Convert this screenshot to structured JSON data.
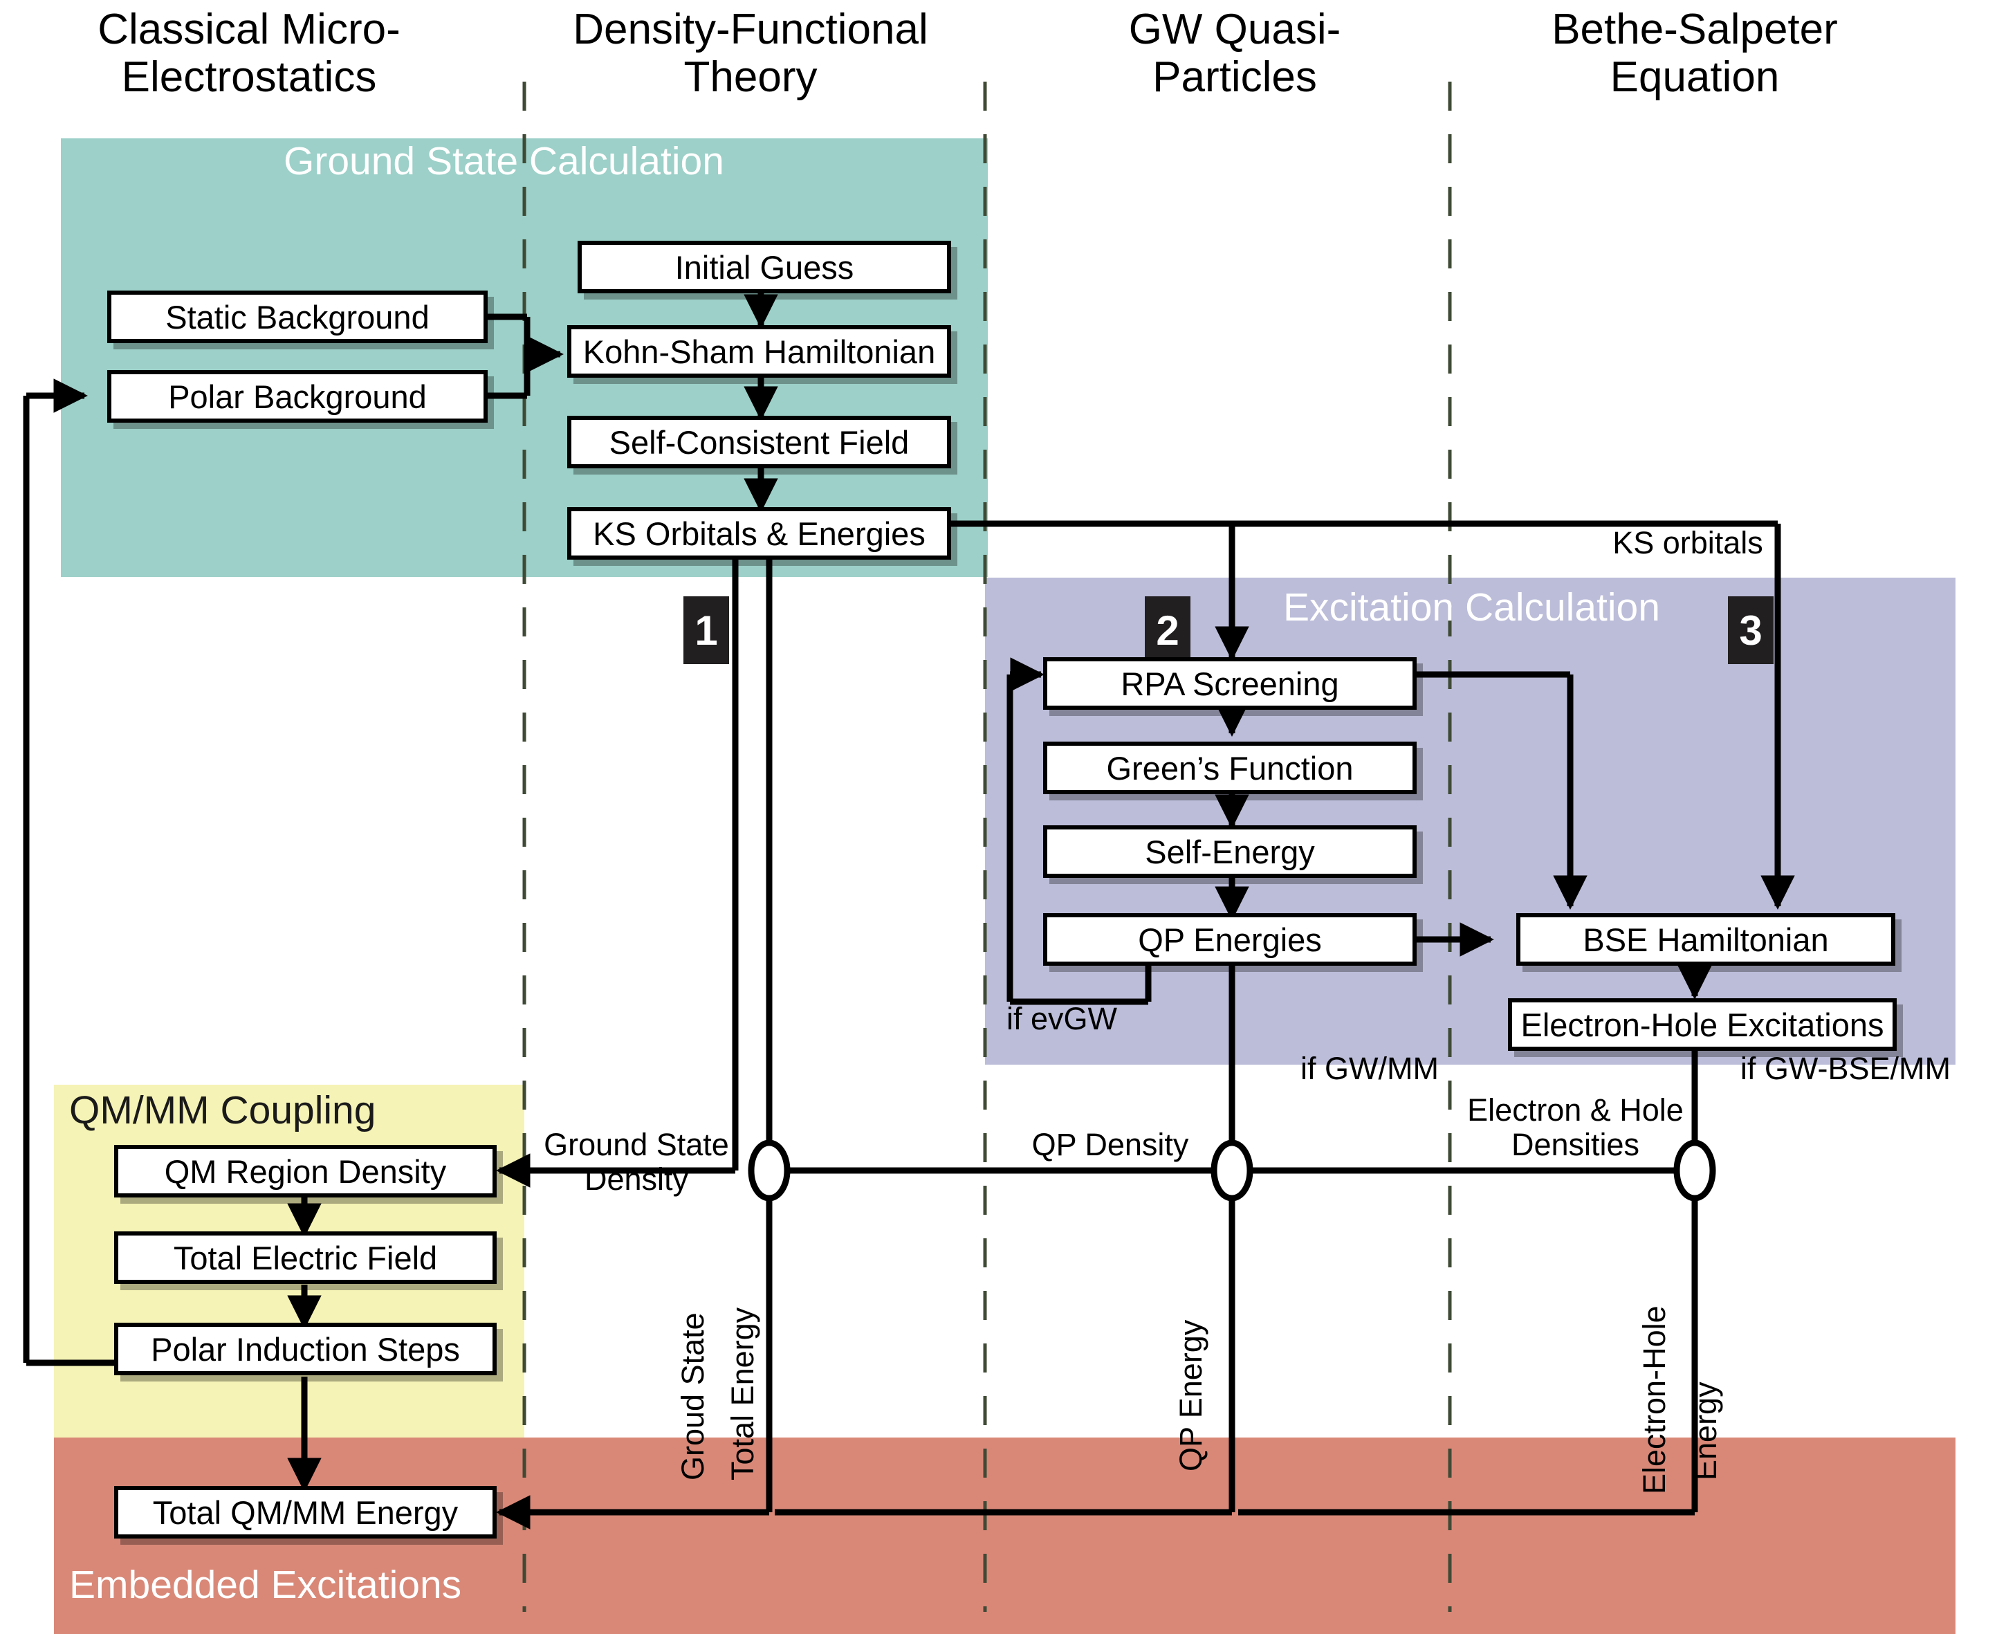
{
  "figure": {
    "type": "flowchart",
    "title": "QM/MM embedded GW-BSE workflow"
  },
  "columns": [
    {
      "id": "col-classical",
      "label": "Classical Micro-\nElectrostatics"
    },
    {
      "id": "col-dft",
      "label": "Density-Functional\nTheory"
    },
    {
      "id": "col-gw",
      "label": "GW Quasi-\nParticles"
    },
    {
      "id": "col-bse",
      "label": "Bethe-Salpeter\nEquation"
    }
  ],
  "regions": [
    {
      "id": "ground-state",
      "label": "Ground State Calculation",
      "color": "#9CD0C8",
      "text_color": "#ffffff"
    },
    {
      "id": "excitation",
      "label": "Excitation Calculation",
      "color": "#BCBDD9",
      "text_color": "#ffffff"
    },
    {
      "id": "qmmm-coupling",
      "label": "QM/MM Coupling",
      "color": "#F5F3B5",
      "text_color": "#1a1a1a"
    },
    {
      "id": "embedded-excitations",
      "label": "Embedded Excitations",
      "color": "#D98878",
      "text_color": "#ffffff"
    }
  ],
  "nodes": {
    "static_background": "Static Background",
    "polar_background": "Polar Background",
    "initial_guess": "Initial Guess",
    "kohn_sham_hamiltonian": "Kohn-Sham Hamiltonian",
    "self_consistent_field": "Self-Consistent Field",
    "ks_orbitals_energies": "KS Orbitals & Energies",
    "rpa_screening": "RPA Screening",
    "greens_function": "Green’s Function",
    "self_energy": "Self-Energy",
    "qp_energies": "QP Energies",
    "bse_hamiltonian": "BSE Hamiltonian",
    "electron_hole_excitations": "Electron-Hole Excitations",
    "qm_region_density": "QM Region Density",
    "total_electric_field": "Total Electric Field",
    "polar_induction_steps": "Polar Induction Steps",
    "total_qmmm_energy": "Total QM/MM Energy"
  },
  "badges": [
    {
      "id": "badge-1",
      "label": "1"
    },
    {
      "id": "badge-2",
      "label": "2"
    },
    {
      "id": "badge-3",
      "label": "3"
    }
  ],
  "edge_labels": {
    "ks_orbitals": "KS orbitals",
    "if_evgw": "if evGW",
    "if_gw_mm": "if GW/MM",
    "if_gw_bse_mm": "if GW-BSE/MM",
    "ground_state_density": "Ground State\nDensity",
    "qp_density": "QP Density",
    "electron_hole_densities": "Electron & Hole\nDensities"
  },
  "vertical_labels": {
    "ground_state": "Groud State",
    "total_energy": "Total Energy",
    "qp_energy": "QP Energy",
    "electron_hole": "Electron-Hole",
    "energy": "Energy"
  },
  "colors": {
    "ground_state_region": "#9CD0C8",
    "excitation_region": "#BCBDD9",
    "qmmm_region": "#F5F3B5",
    "embedded_region": "#D98878",
    "badge_bg": "#211F1F",
    "divider": "#3F4A35",
    "stroke": "#000000",
    "node_fill": "#FFFFFF"
  }
}
